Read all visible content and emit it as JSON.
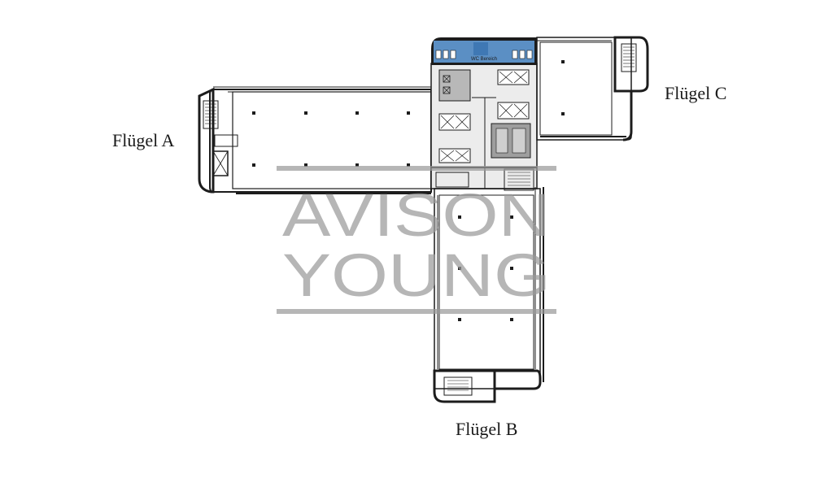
{
  "wings": {
    "a": "Flügel A",
    "b": "Flügel B",
    "c": "Flügel C"
  },
  "watermark": {
    "line1": "AVISON",
    "line2": "YOUNG"
  },
  "wc_label": "WC Bereich",
  "colors": {
    "wall": "#1c1c1c",
    "core": "#e6e6e6",
    "lift": "#b8b8b8",
    "wc": "#5b8fc4",
    "watermark": "#9a9a9a"
  }
}
